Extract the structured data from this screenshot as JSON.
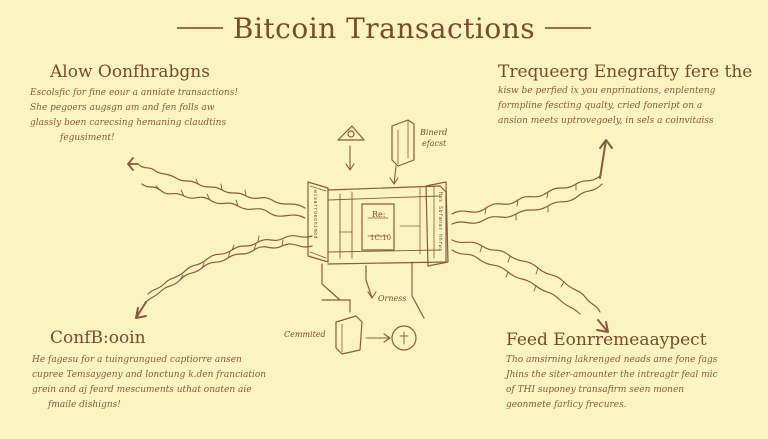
{
  "title": "Bitcoin Transactions",
  "sections": {
    "top_left": {
      "heading": "Alow Oonfhrabgns",
      "lines": [
        "Escolsfic for fine eour a anniate transactions!",
        "She pegoers augsgn am and fen folls aw",
        "glassly boen carecsing hemaning claudtins",
        "fegusiment!"
      ]
    },
    "top_right": {
      "heading": "Trequeerg Enegrafty fere the",
      "lines": [
        "kisw be perfied ix you enprinations, enplenteng",
        "formpline fescting qualty, cried foneript on a",
        "ansion meets uptrovegoely, in sels a coinvitaiss"
      ]
    },
    "bottom_left": {
      "heading": "ConfB:ooin",
      "lines": [
        "He fagesu for a tuingrangued captiorre ansen",
        "cupree Temsaygeny and lonctung k.den franciation",
        "grein and aj feard mescuments uthat onaten aie",
        "fmaile dishigns!"
      ]
    },
    "bottom_right": {
      "heading": "Feed Eonrremeaaypect",
      "lines": [
        "Tho amsirning lakrenged neads ame fone fags",
        "Jhins the siter-amounter the intreagtr feal mic",
        "of THI suponey transafirm seen monen",
        "geonmete farlicy frecures."
      ]
    }
  },
  "diagram": {
    "label_binerd": "Binerd",
    "label_efacst": "efacst",
    "label_orness": "Orness",
    "label_cemmited": "Cemmited",
    "box_label": "Re:",
    "box_value": "1C:10",
    "left_spine": "wisarroeonimod",
    "right_spine": "Hes Sbfanar hhrws"
  },
  "colors": {
    "background": "#fcf3c2",
    "ink": "#7a4a2b",
    "line": "#9c6b48"
  }
}
